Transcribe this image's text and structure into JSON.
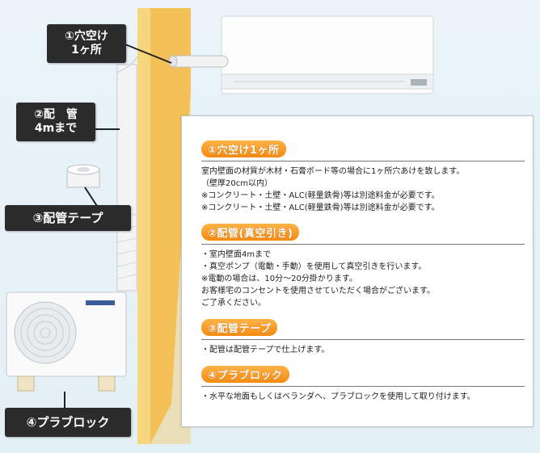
{
  "callouts": {
    "hole": [
      "①穴空け",
      "1ヶ所"
    ],
    "pipe": [
      "②配　管",
      "4mまで"
    ],
    "tape": "③配管テープ",
    "block": "④プラブロック"
  },
  "sections": [
    {
      "title": "①穴空け1ヶ所",
      "lines": [
        "室内壁面の材質が木材・石膏ボード等の場合に1ヶ所穴あけを致します。",
        "（壁厚20cm以内）",
        "※コンクリート・土壁・ALC(軽量鉄骨)等は別途料金が必要です。",
        "※コンクリート・土壁・ALC(軽量鉄骨)等は別途料金が必要です。"
      ]
    },
    {
      "title": "②配管(真空引き)",
      "lines": [
        "・室内壁面4mまで",
        "・真空ポンプ（電動・手動）を使用して真空引きを行います。",
        "※電動の場合は、10分～20分掛かります。",
        "お客様宅のコンセントを使用させていただく場合がございます。",
        "ご了承ください。"
      ]
    },
    {
      "title": "③配管テープ",
      "lines": [
        "・配管は配管テープで仕上げます。"
      ]
    },
    {
      "title": "④プラブロック",
      "lines": [
        "・水平な地面もしくはベランダへ、プラブロックを使用して取り付けます。"
      ]
    }
  ],
  "colors": {
    "wall": "#f7c96a",
    "label_bg": "#2b2b2b",
    "section_title": "#f28a12"
  }
}
